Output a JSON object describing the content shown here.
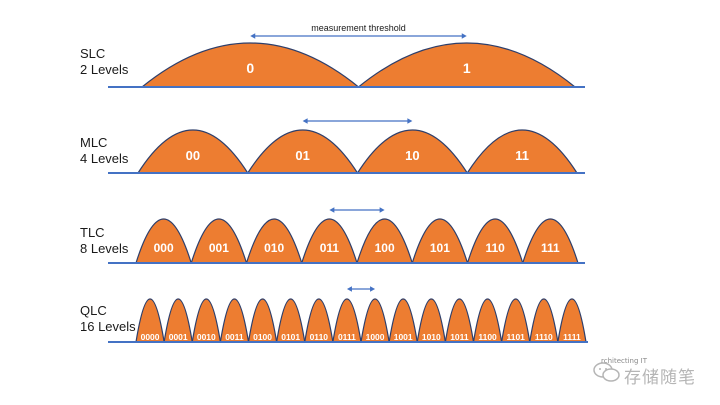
{
  "annotation": {
    "threshold_label": "measurement threshold"
  },
  "colors": {
    "fill": "#ED7D31",
    "stroke": "#2E3F6B",
    "baseline": "#4472C4",
    "arrow": "#4472C4"
  },
  "rows": [
    {
      "name": "SLC",
      "levels_label": "2 Levels",
      "states": [
        "0",
        "1"
      ],
      "arrow_between": [
        0,
        1
      ],
      "show_threshold_label": true
    },
    {
      "name": "MLC",
      "levels_label": "4 Levels",
      "states": [
        "00",
        "01",
        "10",
        "11"
      ],
      "arrow_between": [
        1,
        2
      ],
      "show_threshold_label": false
    },
    {
      "name": "TLC",
      "levels_label": "8 Levels",
      "states": [
        "000",
        "001",
        "010",
        "011",
        "100",
        "101",
        "110",
        "111"
      ],
      "arrow_between": [
        3,
        4
      ],
      "show_threshold_label": false
    },
    {
      "name": "QLC",
      "levels_label": "16 Levels",
      "states": [
        "0000",
        "0001",
        "0010",
        "0011",
        "0100",
        "0101",
        "0110",
        "0111",
        "1000",
        "1001",
        "1010",
        "1011",
        "1100",
        "1101",
        "1110",
        "1111"
      ],
      "arrow_between": [
        7,
        8
      ],
      "show_threshold_label": false
    }
  ],
  "watermark": {
    "small_text": "rchitecting IT",
    "main_text": "存储随笔"
  }
}
